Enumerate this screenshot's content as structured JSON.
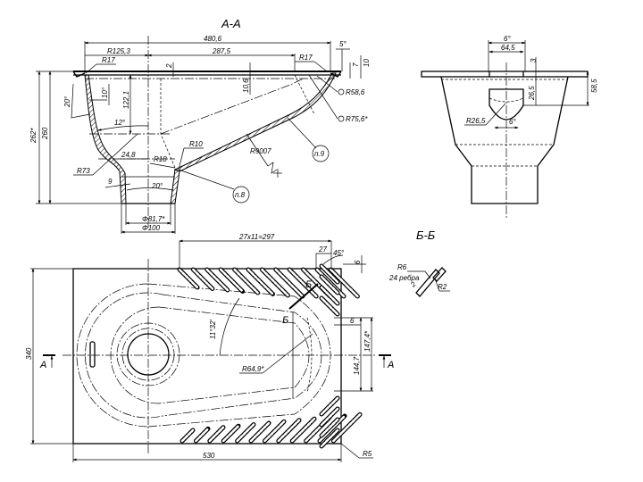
{
  "drawing": {
    "section_aa_title": "А-А",
    "section_bb_title": "Б-Б",
    "section_marker_a": "А",
    "section_marker_b": "Б",
    "section_aa": {
      "dim_overall_length": "480,6",
      "dim_r125": "R125,3",
      "dim_287": "287,5",
      "dim_r17_left": "R17",
      "dim_r17_right": "R17",
      "dim_5deg": "5°",
      "dim_7": "7",
      "dim_10": "10",
      "dim_2": "2",
      "dim_10_6": "10,6",
      "dim_r58": "R58,6",
      "dim_r75": "R75,6*",
      "dim_262": "262*",
      "dim_260": "260",
      "dim_20deg_left": "20°",
      "dim_10deg": "10°",
      "dim_122": "122,1",
      "dim_12deg": "12°",
      "dim_24_8": "24,8",
      "dim_r18": "R18",
      "dim_r10": "R10",
      "dim_r73": "R73",
      "dim_9": "9",
      "dim_20deg_bottom": "20°",
      "dim_phi81": "Φ81,7*",
      "dim_phi100": "Φ100",
      "dim_r9007": "R9007",
      "callout_p8": "п.8",
      "callout_p9": "п.9"
    },
    "side_view": {
      "dim_6deg_top": "6°",
      "dim_64_5": "64,5",
      "dim_3": "3",
      "dim_26_5": "26,5",
      "dim_58_5": "58,5",
      "dim_r26_5": "R26,5",
      "dim_6deg_bottom": "6°"
    },
    "section_bb": {
      "dim_r6": "R6",
      "label_ribs": "24 ребра",
      "dim_2": "2",
      "dim_r2": "R2"
    },
    "plan_view": {
      "dim_ribs": "27x11=297",
      "dim_27": "27",
      "dim_45deg": "45°",
      "dim_6_top": "6",
      "dim_6_right": "6",
      "dim_11deg": "11°32'",
      "dim_r64": "R64,9*",
      "dim_147": "147,4*",
      "dim_144": "144,7",
      "dim_340": "340",
      "dim_530": "530",
      "dim_r5": "R5"
    }
  }
}
